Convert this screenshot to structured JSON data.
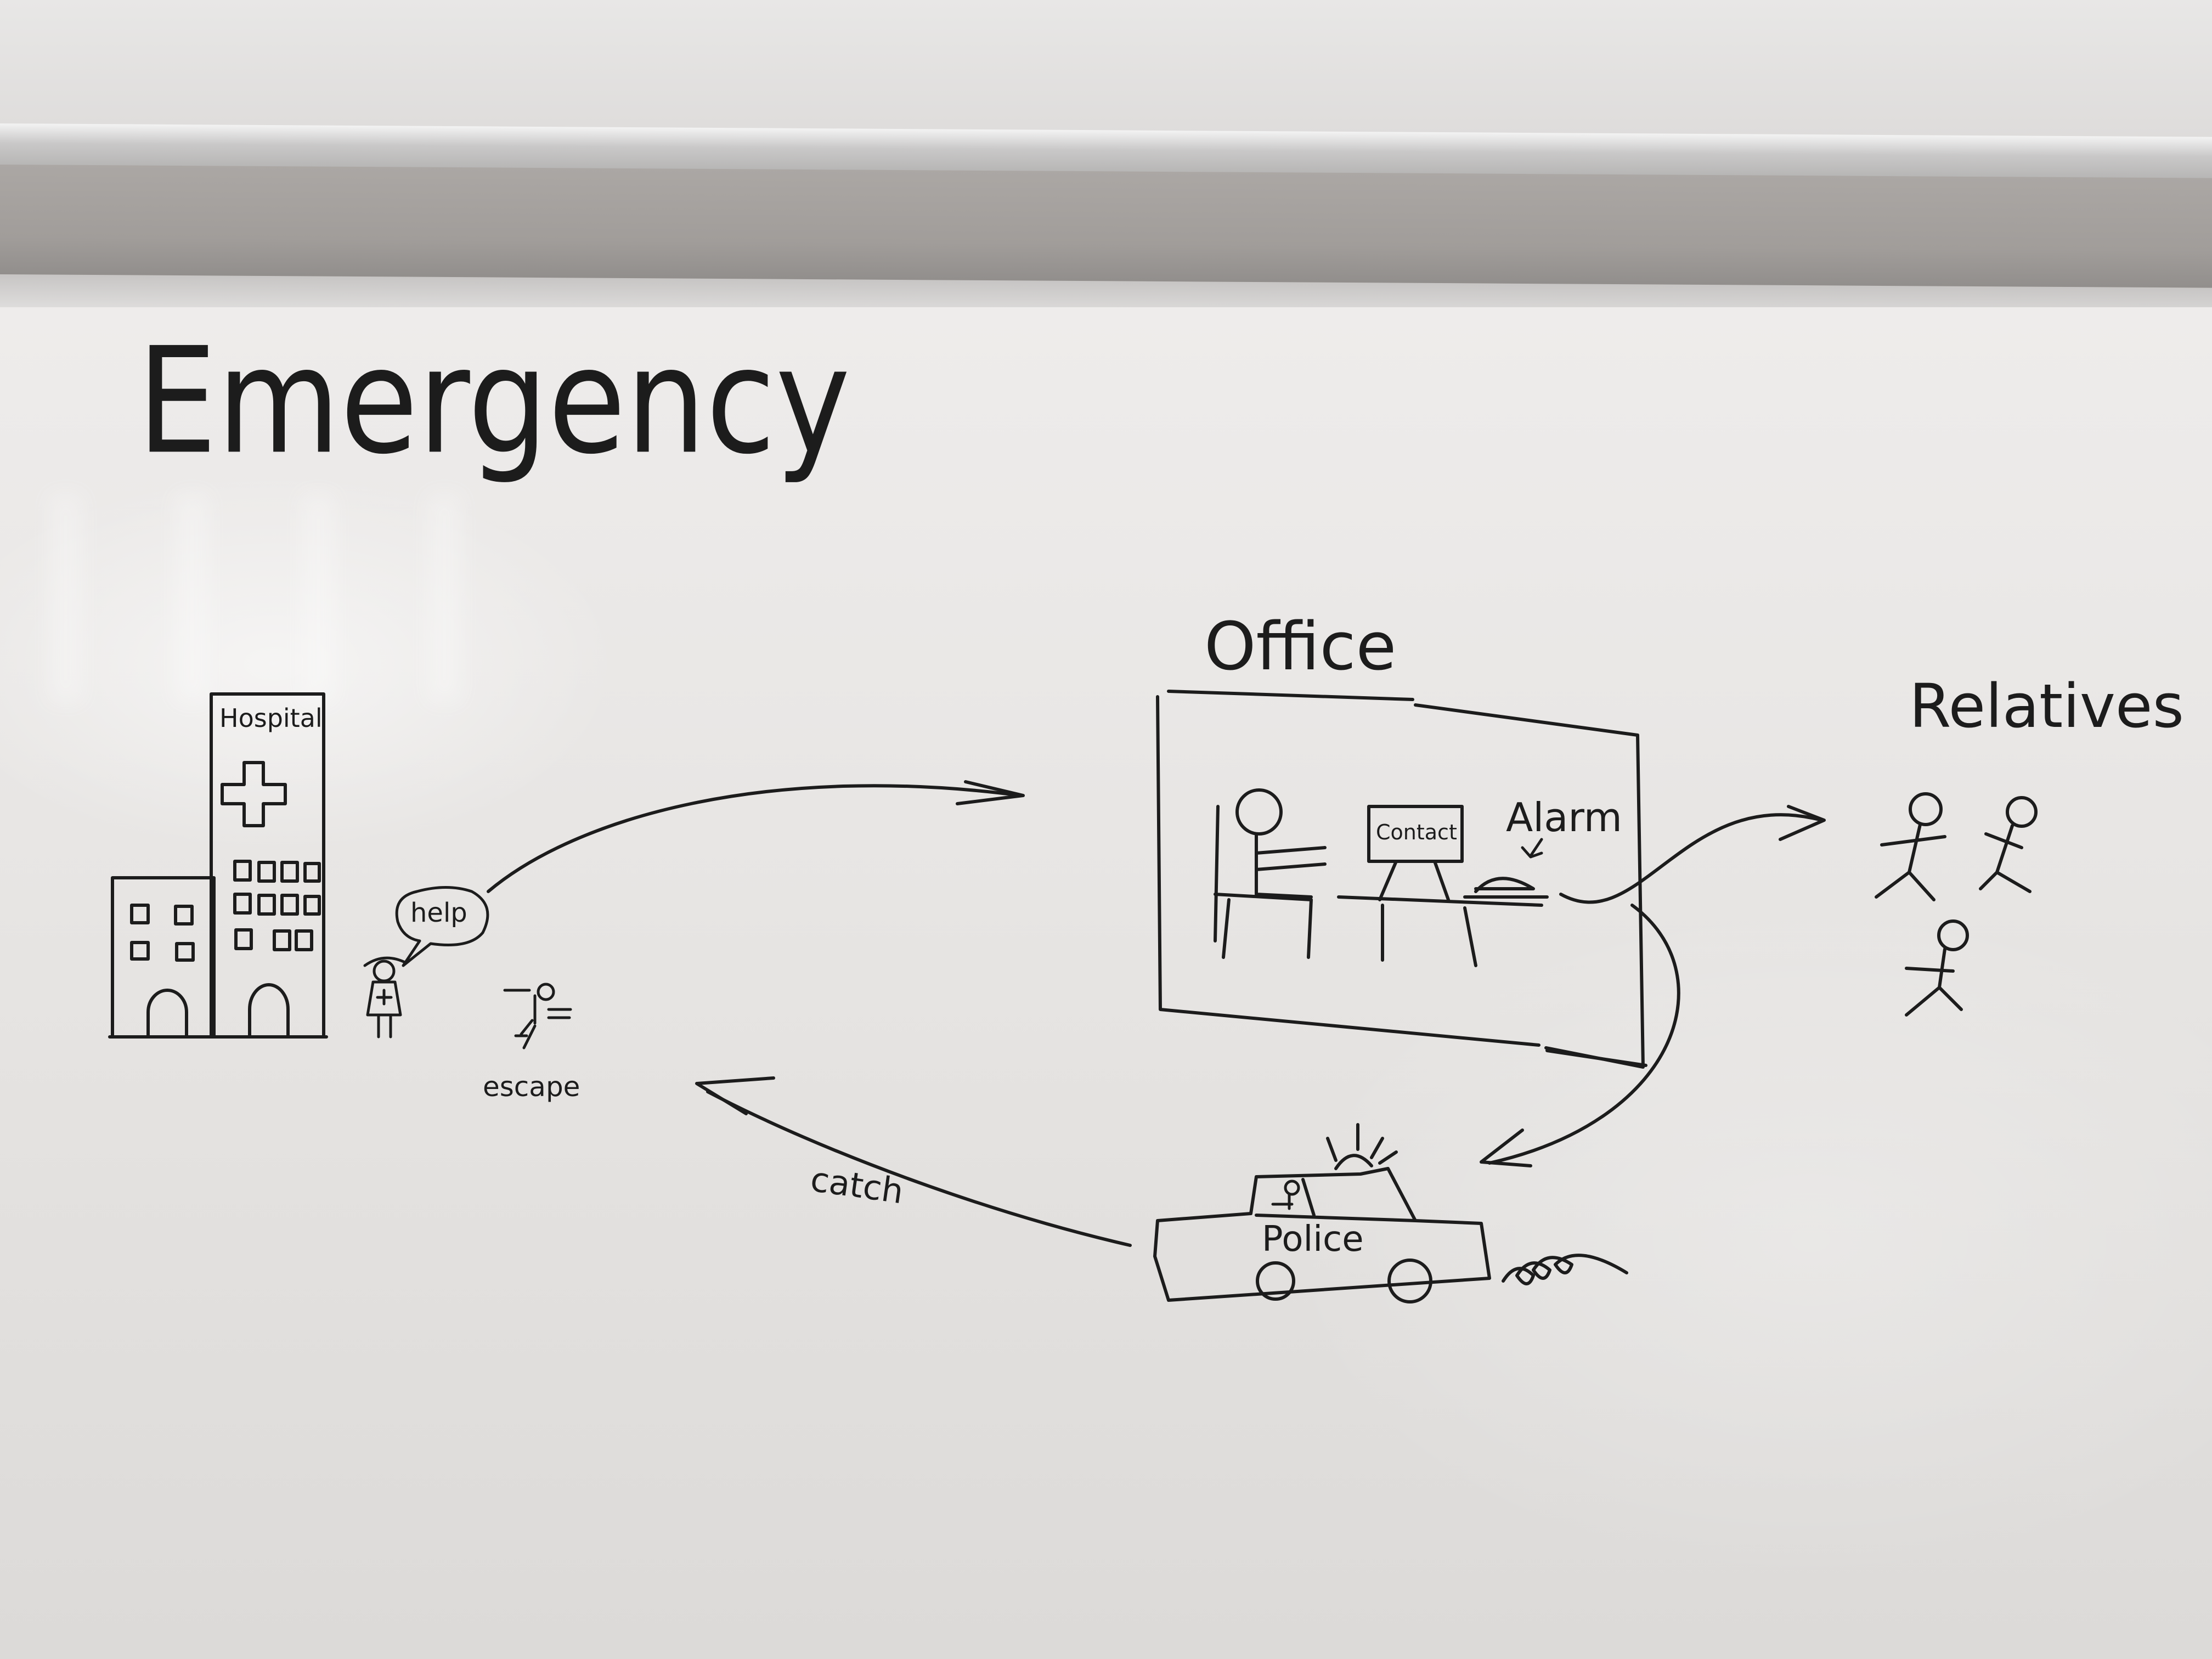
{
  "whiteboard": {
    "title": "Emergency",
    "labels": {
      "hospital": "Hospital",
      "help": "help",
      "escape": "escape",
      "office": "Office",
      "contact": "Contact",
      "alarm": "Alarm",
      "relatives": "Relatives",
      "catch": "catch",
      "police": "Police"
    },
    "ink_color": "#1c1c1c",
    "board_color": "#e6e4e2"
  }
}
